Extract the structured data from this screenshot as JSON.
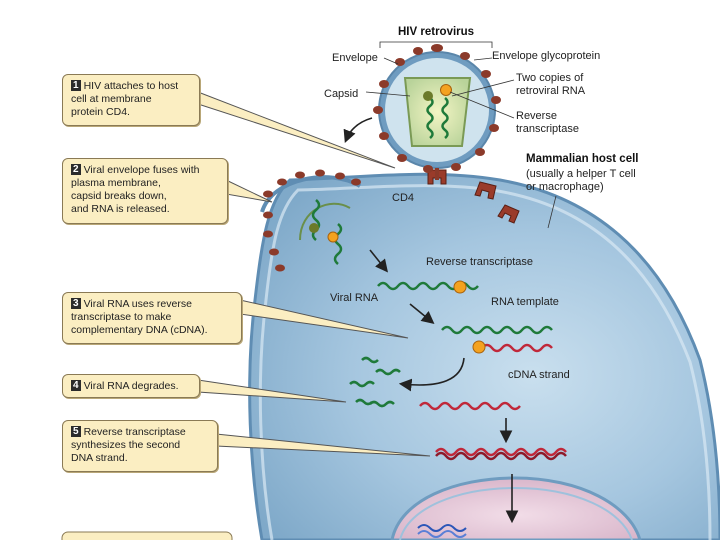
{
  "virus": {
    "title": "HIV retrovirus",
    "envelope": "Envelope",
    "capsid": "Capsid",
    "envelope_glycoprotein": "Envelope glycoprotein",
    "rna_copies": "Two copies of\nretroviral RNA",
    "reverse_transcriptase": "Reverse\ntranscriptase"
  },
  "host": {
    "title": "Mammalian host cell",
    "subtitle": "(usually a helper T cell\nor macrophage)",
    "cd4": "CD4"
  },
  "process_labels": {
    "reverse_transcriptase": "Reverse transcriptase",
    "viral_rna": "Viral RNA",
    "rna_template": "RNA template",
    "cdna_strand": "cDNA strand"
  },
  "steps": [
    {
      "number": "1",
      "text": "HIV attaches to host\ncell at membrane\nprotein CD4."
    },
    {
      "number": "2",
      "text": "Viral envelope fuses with\nplasma membrane,\ncapsid breaks down,\nand RNA is released."
    },
    {
      "number": "3",
      "text": "Viral RNA uses reverse\ntranscriptase to make\ncomplementary DNA (cDNA)."
    },
    {
      "number": "4",
      "text": "Viral RNA degrades."
    },
    {
      "number": "5",
      "text": "Reverse transcriptase\nsynthesizes the second\nDNA strand."
    }
  ],
  "colors": {
    "cell_fill": "#8fb8d6",
    "membrane": "#6f9cc0",
    "glycoprotein": "#8b3a2a",
    "rna": "#1f7a3a",
    "cdna": "#c0283a",
    "enzyme": "#f4a21f",
    "step_box": "#fbeec2",
    "nucleus": "#e6c6d8"
  }
}
